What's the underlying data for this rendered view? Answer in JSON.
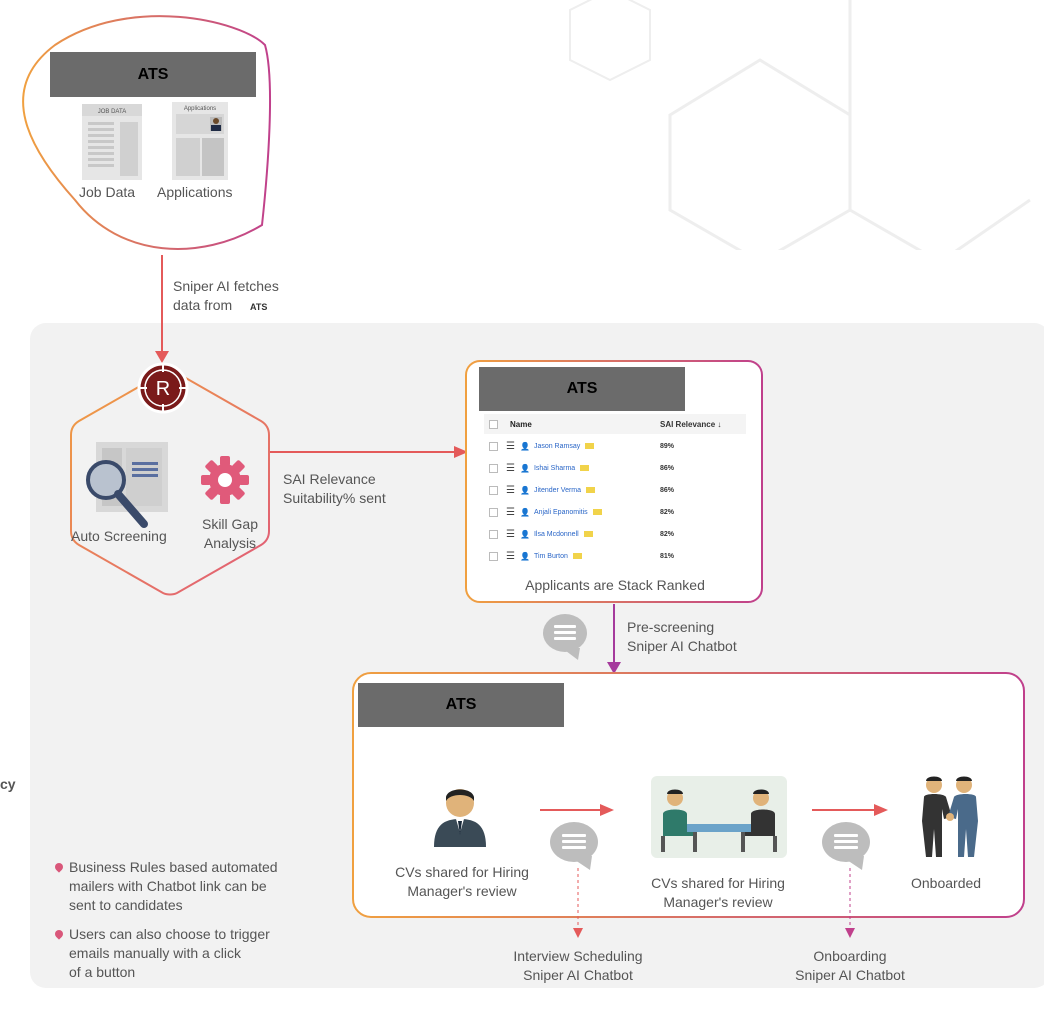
{
  "ats_source": {
    "title": "ATS",
    "doc_job_label": "JOB DATA",
    "doc_app_label": "Applications",
    "job_data_caption": "Job Data",
    "applications_caption": "Applications"
  },
  "fetch_caption_line1": "Sniper AI fetches",
  "fetch_caption_line2": "data from",
  "fetch_caption_ats": "ATS",
  "sniper_hub": {
    "logo_letter": "R",
    "auto_screening": "Auto Screening",
    "skill_gap_line1": "Skill Gap",
    "skill_gap_line2": "Analysis"
  },
  "sent_caption_line1": "SAI Relevance",
  "sent_caption_line2": "Suitability% sent",
  "ranked_box": {
    "title": "ATS",
    "col_name": "Name",
    "col_relevance": "SAI Relevance ↓",
    "rows": [
      {
        "name": "Jason Ramsay",
        "relevance": "89%"
      },
      {
        "name": "Ishai Sharma",
        "relevance": "86%"
      },
      {
        "name": "Jitender Verma",
        "relevance": "86%"
      },
      {
        "name": "Anjali Epanomitis",
        "relevance": "82%"
      },
      {
        "name": "Ilsa Mcdonnell",
        "relevance": "82%"
      },
      {
        "name": "Tim Burton",
        "relevance": "81%"
      }
    ],
    "caption": "Applicants are Stack Ranked"
  },
  "prescreen_line1": "Pre-screening",
  "prescreen_line2": "Sniper AI Chatbot",
  "pipeline_box": {
    "title": "ATS",
    "step1_line1": "CVs shared for Hiring",
    "step1_line2": "Manager's review",
    "step2_line1": "CVs shared for Hiring",
    "step2_line2": "Manager's review",
    "step3": "Onboarded"
  },
  "interview_line1": "Interview Scheduling",
  "interview_line2": "Sniper AI Chatbot",
  "onboarding_line1": "Onboarding",
  "onboarding_line2": "Sniper AI Chatbot",
  "left_cut_text": "cy",
  "bullets": {
    "b1_line1": "Business Rules based automated",
    "b1_line2": "mailers with Chatbot link can be",
    "b1_line3": "sent to candidates",
    "b2_line1": "Users can also choose to trigger",
    "b2_line2": "emails manually with a click",
    "b2_line3": "of a button"
  },
  "colors": {
    "panel_bg": "#f2f2f2",
    "ats_bar": "#6b6b6b",
    "grad_start": "#f0a040",
    "grad_end": "#c0408c",
    "arrow_red": "#e45a5a",
    "arrow_purple": "#a53a9c",
    "logo": "#7a1a1a",
    "bullet_pink": "#d9577a"
  }
}
